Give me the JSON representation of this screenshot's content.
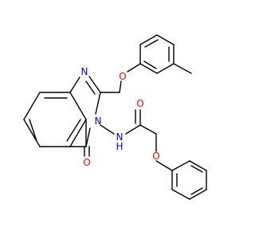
{
  "colors": {
    "bond": "#000000",
    "background": "#ffffff",
    "nitrogen": "#0000ff",
    "oxygen": "#ff0000"
  },
  "atoms": {
    "n1": {
      "label": "N",
      "element": "nitrogen"
    },
    "n3": {
      "label": "N",
      "element": "nitrogen"
    },
    "nh": {
      "label": "H",
      "element": "nitrogen"
    },
    "nh_n": {
      "label": "N",
      "element": "nitrogen"
    },
    "o_keto": {
      "label": "O",
      "element": "oxygen"
    },
    "o_ether1": {
      "label": "O",
      "element": "oxygen"
    },
    "o_amide": {
      "label": "O",
      "element": "oxygen"
    },
    "o_ether2": {
      "label": "O",
      "element": "oxygen"
    }
  }
}
